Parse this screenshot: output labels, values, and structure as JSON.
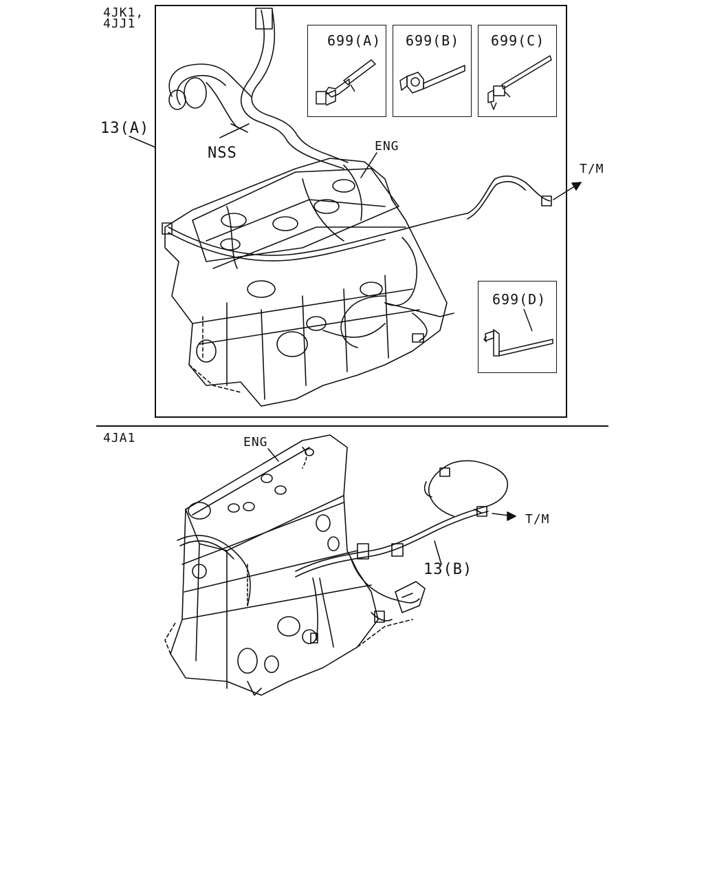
{
  "top_section": {
    "model_label_line1": "4JK1,",
    "model_label_line2": "4JJ1",
    "callout_harness": "13(A)",
    "callout_nss": "NSS",
    "callout_eng": "ENG",
    "callout_tm": "T/M",
    "insets": [
      {
        "label": "699(A)"
      },
      {
        "label": "699(B)"
      },
      {
        "label": "699(C)"
      },
      {
        "label": "699(D)"
      }
    ]
  },
  "bottom_section": {
    "model_label": "4JA1",
    "callout_eng": "ENG",
    "callout_tm": "T/M",
    "callout_harness": "13(B)"
  }
}
